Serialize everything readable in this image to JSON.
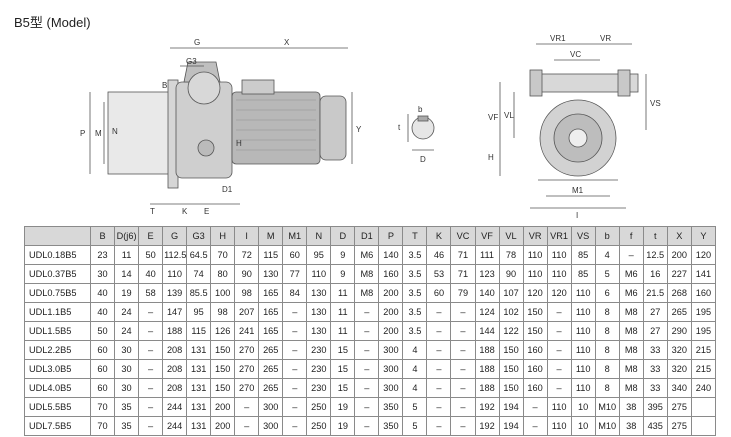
{
  "title": "B5型 (Model)",
  "drawing": {
    "front_labels": [
      "G",
      "X",
      "G3",
      "B",
      "P",
      "M",
      "N",
      "H",
      "T",
      "K",
      "E",
      "D1",
      "Y"
    ],
    "shaft_labels": [
      "t",
      "b",
      "D"
    ],
    "side_labels": [
      "VR1",
      "VR",
      "VC",
      "VF",
      "VL",
      "VS",
      "H",
      "M1",
      "I"
    ]
  },
  "table": {
    "headers": [
      "",
      "B",
      "D(j6)",
      "E",
      "G",
      "G3",
      "H",
      "I",
      "M",
      "M1",
      "N",
      "D",
      "D1",
      "P",
      "T",
      "K",
      "VC",
      "VF",
      "VL",
      "VR",
      "VR1",
      "VS",
      "b",
      "f",
      "t",
      "X",
      "Y"
    ],
    "rows": [
      [
        "UDL0.18B5",
        "23",
        "11",
        "50",
        "112.5",
        "64.5",
        "70",
        "72",
        "115",
        "60",
        "95",
        "9",
        "M6",
        "140",
        "3.5",
        "46",
        "71",
        "111",
        "78",
        "110",
        "110",
        "85",
        "4",
        "–",
        "12.5",
        "200",
        "120"
      ],
      [
        "UDL0.37B5",
        "30",
        "14",
        "40",
        "110",
        "74",
        "80",
        "90",
        "130",
        "77",
        "110",
        "9",
        "M8",
        "160",
        "3.5",
        "53",
        "71",
        "123",
        "90",
        "110",
        "110",
        "85",
        "5",
        "M6",
        "16",
        "227",
        "141"
      ],
      [
        "UDL0.75B5",
        "40",
        "19",
        "58",
        "139",
        "85.5",
        "100",
        "98",
        "165",
        "84",
        "130",
        "11",
        "M8",
        "200",
        "3.5",
        "60",
        "79",
        "140",
        "107",
        "120",
        "120",
        "110",
        "6",
        "M6",
        "21.5",
        "268",
        "160"
      ],
      [
        "UDL1.1B5",
        "40",
        "24",
        "–",
        "147",
        "95",
        "98",
        "207",
        "165",
        "–",
        "130",
        "11",
        "–",
        "200",
        "3.5",
        "–",
        "–",
        "124",
        "102",
        "150",
        "–",
        "110",
        "8",
        "M8",
        "27",
        "265",
        "195"
      ],
      [
        "UDL1.5B5",
        "50",
        "24",
        "–",
        "188",
        "115",
        "126",
        "241",
        "165",
        "–",
        "130",
        "11",
        "–",
        "200",
        "3.5",
        "–",
        "–",
        "144",
        "122",
        "150",
        "–",
        "110",
        "8",
        "M8",
        "27",
        "290",
        "195"
      ],
      [
        "UDL2.2B5",
        "60",
        "30",
        "–",
        "208",
        "131",
        "150",
        "270",
        "265",
        "–",
        "230",
        "15",
        "–",
        "300",
        "4",
        "–",
        "–",
        "188",
        "150",
        "160",
        "–",
        "110",
        "8",
        "M8",
        "33",
        "320",
        "215"
      ],
      [
        "UDL3.0B5",
        "60",
        "30",
        "–",
        "208",
        "131",
        "150",
        "270",
        "265",
        "–",
        "230",
        "15",
        "–",
        "300",
        "4",
        "–",
        "–",
        "188",
        "150",
        "160",
        "–",
        "110",
        "8",
        "M8",
        "33",
        "320",
        "215"
      ],
      [
        "UDL4.0B5",
        "60",
        "30",
        "–",
        "208",
        "131",
        "150",
        "270",
        "265",
        "–",
        "230",
        "15",
        "–",
        "300",
        "4",
        "–",
        "–",
        "188",
        "150",
        "160",
        "–",
        "110",
        "8",
        "M8",
        "33",
        "340",
        "240"
      ],
      [
        "UDL5.5B5",
        "70",
        "35",
        "–",
        "244",
        "131",
        "200",
        "–",
        "300",
        "–",
        "250",
        "19",
        "–",
        "350",
        "5",
        "–",
        "–",
        "192",
        "194",
        "–",
        "110",
        "10",
        "M10",
        "38",
        "395",
        "275",
        ""
      ],
      [
        "UDL7.5B5",
        "70",
        "35",
        "–",
        "244",
        "131",
        "200",
        "–",
        "300",
        "–",
        "250",
        "19",
        "–",
        "350",
        "5",
        "–",
        "–",
        "192",
        "194",
        "–",
        "110",
        "10",
        "M10",
        "38",
        "435",
        "275",
        ""
      ]
    ]
  }
}
